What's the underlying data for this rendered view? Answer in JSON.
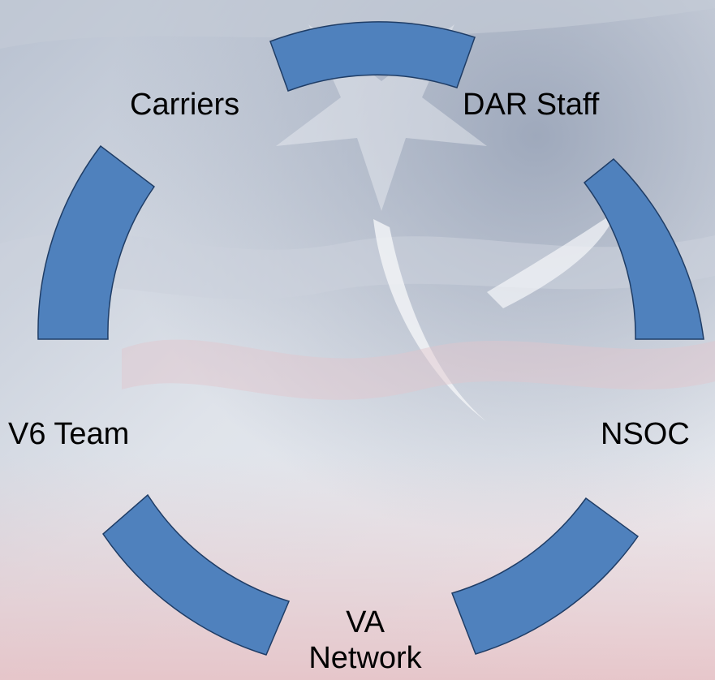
{
  "diagram": {
    "type": "cycle",
    "nodes": [
      {
        "id": "carriers",
        "label": "Carriers"
      },
      {
        "id": "dar-staff",
        "label": "DAR Staff"
      },
      {
        "id": "nsoc",
        "label": "NSOC"
      },
      {
        "id": "va-network",
        "label": "VA Network"
      },
      {
        "id": "v6-team",
        "label": "V6 Team"
      }
    ]
  },
  "colors": {
    "segment_fill": "#4f81bd",
    "segment_stroke": "#1f3d66",
    "label_text": "#000000"
  }
}
